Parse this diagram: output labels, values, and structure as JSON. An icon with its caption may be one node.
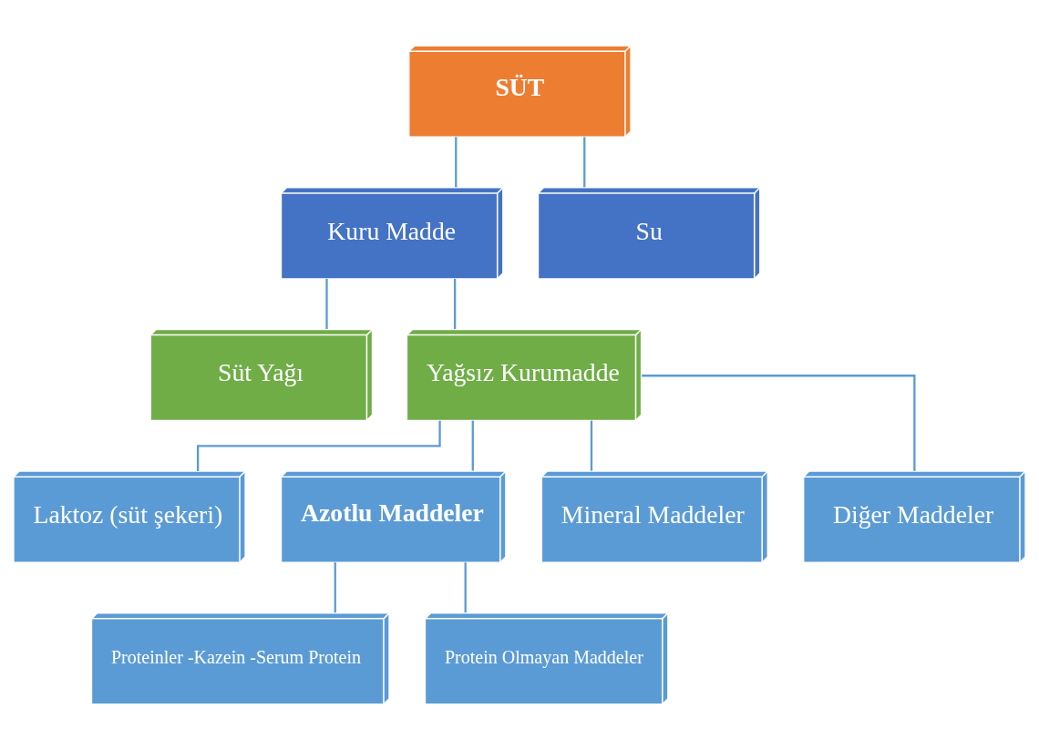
{
  "diagram": {
    "nodes": [
      {
        "text": [
          "SÜT"
        ]
      },
      {
        "text": [
          "Kuru Madde"
        ]
      },
      {
        "text": [
          "Su"
        ]
      },
      {
        "text": [
          "Süt Yağı"
        ]
      },
      {
        "text": [
          "Yağsız Kurumadde"
        ]
      },
      {
        "text": [
          "Laktoz (süt şekeri)"
        ]
      },
      {
        "text": [
          "Azotlu Maddeler"
        ]
      },
      {
        "text": [
          "Mineral Maddeler"
        ]
      },
      {
        "text": [
          "Diğer Maddeler"
        ]
      },
      {
        "text": [
          "Proteinler -Kazein -Serum Protein"
        ]
      },
      {
        "text": [
          "Protein Olmayan Maddeler"
        ]
      }
    ],
    "edges": [
      {
        "from": 0,
        "to": 1,
        "arrow": "none"
      },
      {
        "from": 0,
        "to": 2,
        "arrow": "none"
      },
      {
        "from": 1,
        "to": 3,
        "arrow": "none"
      },
      {
        "from": 1,
        "to": 4,
        "arrow": "none"
      },
      {
        "from": 4,
        "to": 5,
        "arrow": "none"
      },
      {
        "from": 4,
        "to": 6,
        "arrow": "none"
      },
      {
        "from": 4,
        "to": 7,
        "arrow": "none"
      },
      {
        "from": 4,
        "to": 8,
        "arrow": "none"
      },
      {
        "from": 6,
        "to": 9,
        "arrow": "none"
      },
      {
        "from": 6,
        "to": 10,
        "arrow": "none"
      }
    ]
  }
}
